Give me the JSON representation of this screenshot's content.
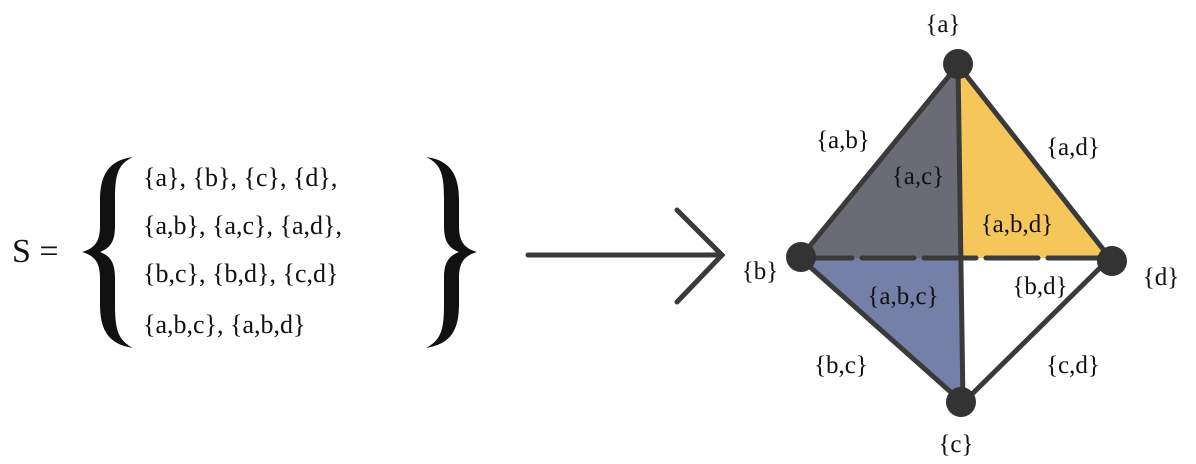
{
  "set_expression": {
    "lhs": "S =",
    "rows": [
      "{a}, {b}, {c}, {d},",
      "{a,b}, {a,c}, {a,d},",
      "{b,c}, {b,d}, {c,d}",
      "{a,b,c}, {a,b,d}"
    ]
  },
  "complex": {
    "vertices": {
      "a": "{a}",
      "b": "{b}",
      "c": "{c}",
      "d": "{d}"
    },
    "edges": {
      "ab": "{a,b}",
      "ac": "{a,c}",
      "ad": "{a,d}",
      "bc": "{b,c}",
      "bd": "{b,d}",
      "cd": "{c,d}"
    },
    "faces": {
      "abc": "{a,b,c}",
      "abd": "{a,b,d}"
    },
    "colors": {
      "face_abc": "#6b6b76",
      "face_abd": "#f5c659",
      "face_abc_front": "#7580a8",
      "edge": "#3a3a3a",
      "vertex": "#333333"
    }
  }
}
